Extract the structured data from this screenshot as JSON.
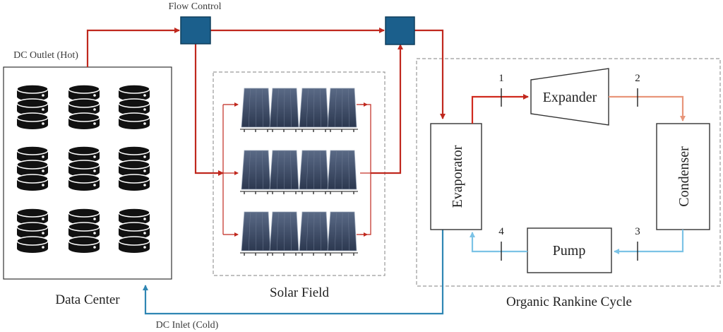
{
  "labels": {
    "flow_control": "Flow Control",
    "dc_outlet": "DC Outlet (Hot)",
    "dc_inlet": "DC Inlet (Cold)",
    "data_center": "Data Center",
    "solar_field": "Solar Field",
    "orc": "Organic Rankine Cycle"
  },
  "components": {
    "expander": "Expander",
    "condenser": "Condenser",
    "evaporator": "Evaporator",
    "pump": "Pump"
  },
  "state_points": [
    "1",
    "2",
    "3",
    "4"
  ],
  "colors": {
    "hot": "#c0281e",
    "cold": "#2f86b3",
    "orc_hot": "#d02a1e",
    "orc_warm": "#e8967a",
    "orc_cold": "#7cc3e6",
    "valve": "#1b5f8c",
    "panel": "#3d4c66"
  }
}
